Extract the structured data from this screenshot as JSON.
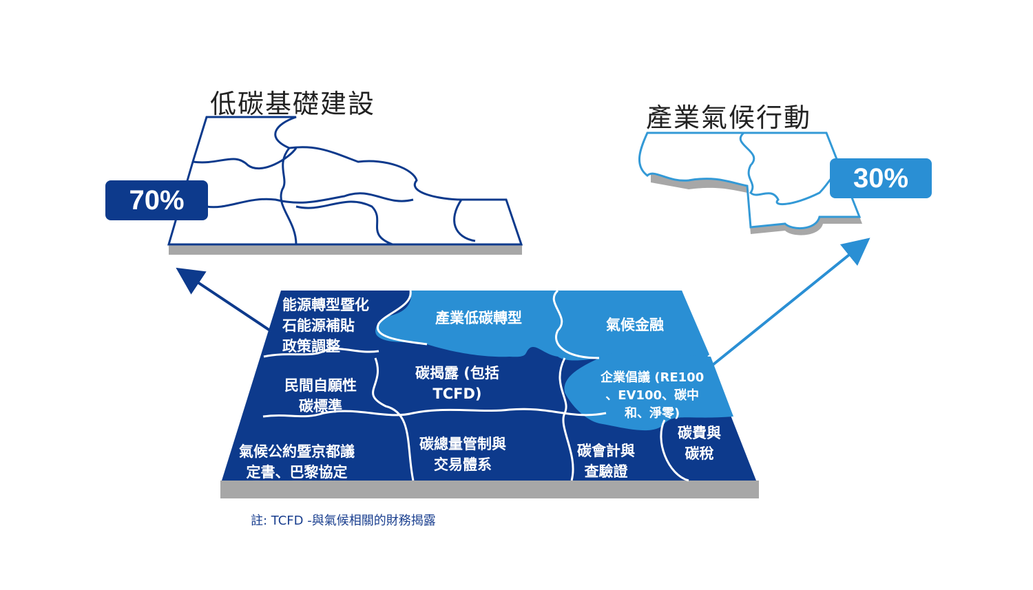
{
  "left_panel": {
    "title": "低碳基礎建設",
    "percent": "70%"
  },
  "right_panel": {
    "title": "產業氣候行動",
    "percent": "30%"
  },
  "pieces": [
    {
      "label": "能源轉型暨化\n石能源補貼\n政策調整",
      "category": "infrastructure"
    },
    {
      "label": "產業低碳轉型",
      "category": "industry"
    },
    {
      "label": "氣候金融",
      "category": "industry"
    },
    {
      "label": "民間自願性\n碳標準",
      "category": "infrastructure"
    },
    {
      "label": "碳揭露 (包括\nTCFD)",
      "category": "infrastructure"
    },
    {
      "label": "企業倡議 (RE100\n、EV100、碳中\n和、淨零)",
      "category": "industry"
    },
    {
      "label": "氣候公約暨京都議\n定書、巴黎協定",
      "category": "infrastructure"
    },
    {
      "label": "碳總量管制與\n交易體系",
      "category": "infrastructure"
    },
    {
      "label": "碳會計與\n查驗證",
      "category": "infrastructure"
    },
    {
      "label": "碳費與\n碳稅",
      "category": "infrastructure"
    }
  ],
  "footnote": "註: TCFD -與氣候相關的財務揭露",
  "colors": {
    "navy": "#0d3a8c",
    "light_blue": "#2a8fd4",
    "base_gray": "#a7a7a7"
  }
}
